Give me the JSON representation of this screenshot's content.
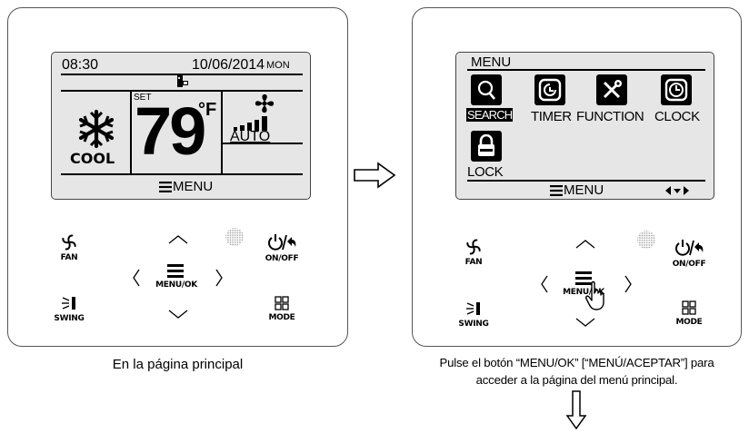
{
  "left": {
    "screen": {
      "time": "08:30",
      "date": "10/06/2014",
      "day": "MON",
      "mode_label": "COOL",
      "set_label": "SET",
      "temperature": "79",
      "unit": "°F",
      "fan_label": "AUTO",
      "menu_label": "MENU"
    },
    "buttons": {
      "fan": "FAN",
      "menu_ok": "MENU/OK",
      "onoff": "ON/OFF",
      "swing": "SWING",
      "mode": "MODE"
    },
    "caption": "En la página principal"
  },
  "right": {
    "screen": {
      "title": "MENU",
      "items": [
        {
          "label": "SEARCH",
          "icon": "search-icon",
          "selected": true
        },
        {
          "label": "TIMER",
          "icon": "timer-icon",
          "selected": false
        },
        {
          "label": "FUNCTION",
          "icon": "function-icon",
          "selected": false
        },
        {
          "label": "CLOCK",
          "icon": "clock-icon",
          "selected": false
        },
        {
          "label": "LOCK",
          "icon": "lock-icon",
          "selected": false
        }
      ],
      "menu_label": "MENU"
    },
    "buttons": {
      "fan": "FAN",
      "menu_ok": "MENU/OK",
      "onoff": "ON/OFF",
      "swing": "SWING",
      "mode": "MODE"
    },
    "caption_line1": "Pulse el botón “MENU/OK” [“MENÚ/ACEPTAR”] para",
    "caption_line2": "acceder a la página del menú principal."
  }
}
